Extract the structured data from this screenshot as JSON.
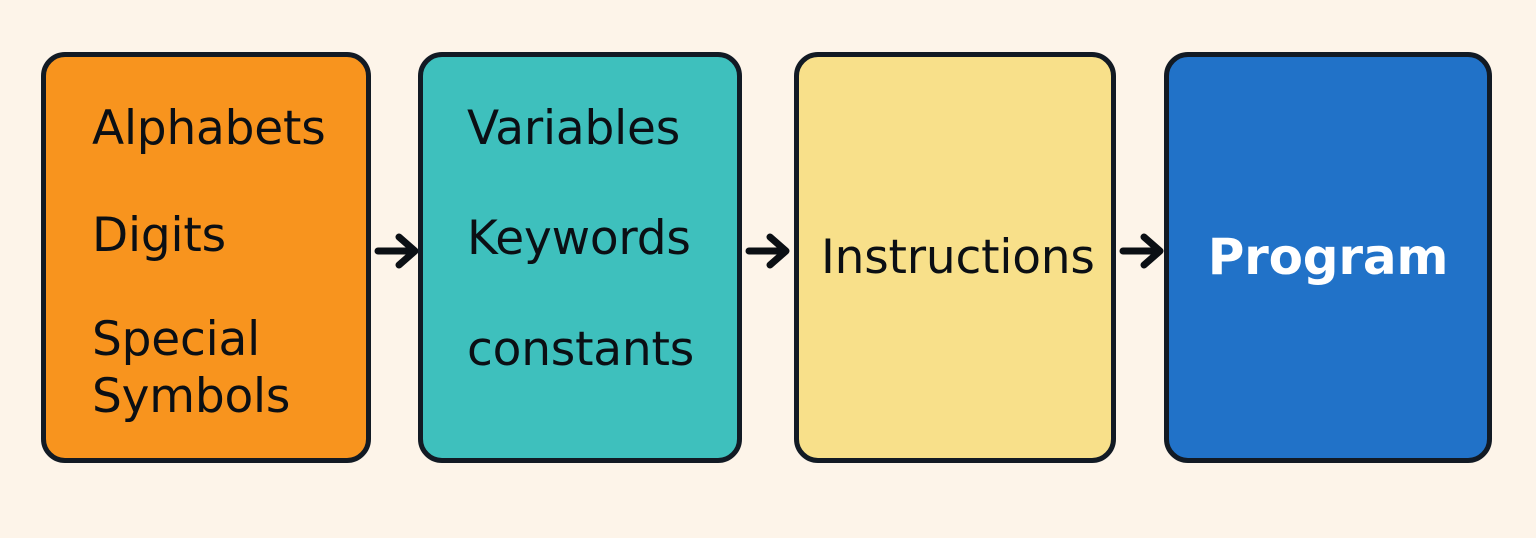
{
  "diagram": {
    "title": "Programming building blocks flow",
    "type": "left-to-right-flow",
    "background_color": "#FDF4E9",
    "border_color": "#121A24"
  },
  "nodes": [
    {
      "id": "alphabets",
      "fill_color": "#F8941E",
      "text_color": "#0B0F14",
      "lines": [
        "Alphabets",
        "Digits",
        "Special\nSymbols"
      ]
    },
    {
      "id": "tokens",
      "fill_color": "#3EC0BD",
      "text_color": "#0B0F14",
      "lines": [
        "Variables",
        "Keywords",
        "constants"
      ]
    },
    {
      "id": "instructions",
      "fill_color": "#F8E08A",
      "text_color": "#0B0F14",
      "lines": [
        "Instructions"
      ]
    },
    {
      "id": "program",
      "fill_color": "#2172C8",
      "text_color": "#FFFFFF",
      "lines": [
        "Program"
      ]
    }
  ],
  "connectors": [
    {
      "id": "arrow-1",
      "icon": "arrow-right-icon",
      "from": "alphabets",
      "to": "tokens",
      "color": "#0B0F14"
    },
    {
      "id": "arrow-2",
      "icon": "arrow-right-icon",
      "from": "tokens",
      "to": "instructions",
      "color": "#0B0F14"
    },
    {
      "id": "arrow-3",
      "icon": "arrow-right-icon",
      "from": "instructions",
      "to": "program",
      "color": "#0B0F14"
    }
  ]
}
